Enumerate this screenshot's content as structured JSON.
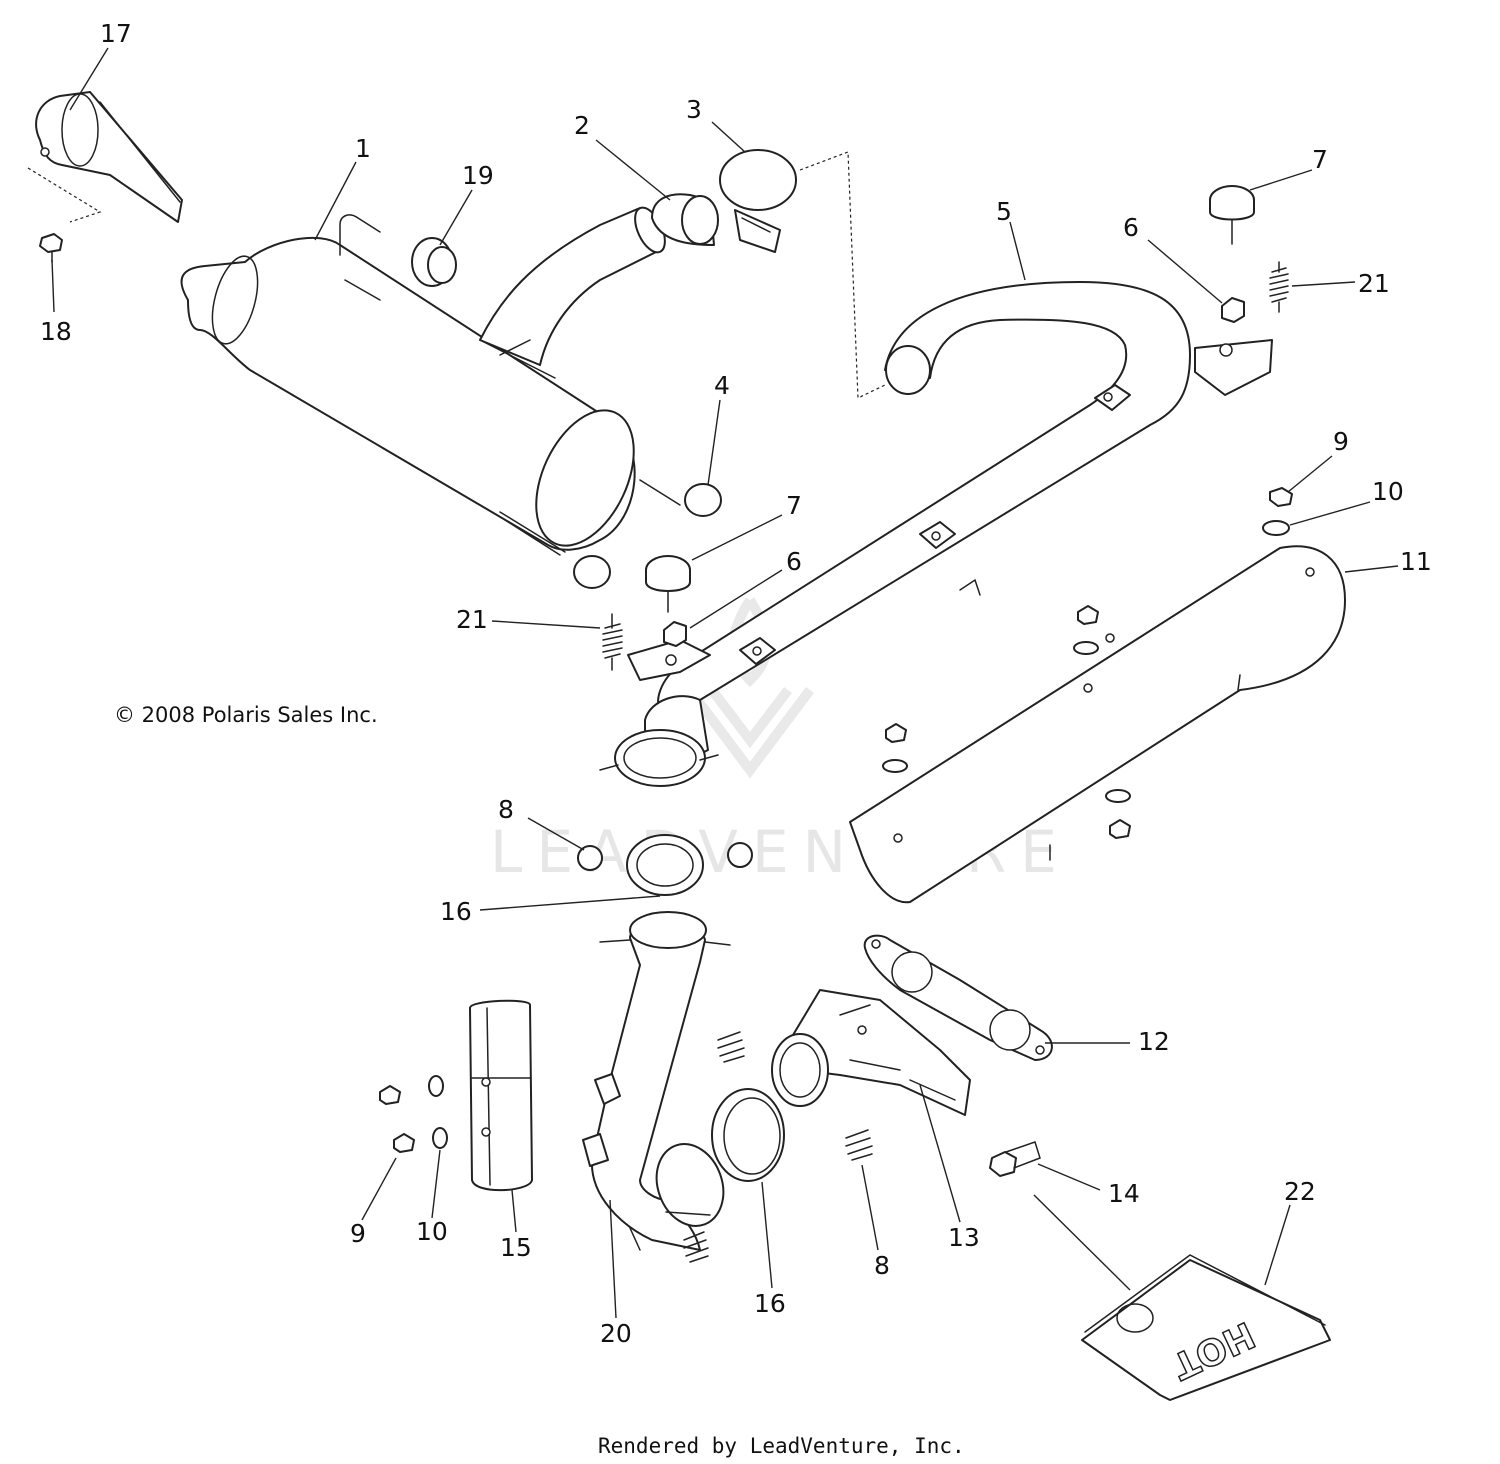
{
  "callouts": [
    {
      "id": "callout-17",
      "text": "17"
    },
    {
      "id": "callout-1",
      "text": "1"
    },
    {
      "id": "callout-19",
      "text": "19"
    },
    {
      "id": "callout-2",
      "text": "2"
    },
    {
      "id": "callout-3",
      "text": "3"
    },
    {
      "id": "callout-7-top",
      "text": "7"
    },
    {
      "id": "callout-5",
      "text": "5"
    },
    {
      "id": "callout-6-top",
      "text": "6"
    },
    {
      "id": "callout-21-top",
      "text": "21"
    },
    {
      "id": "callout-18",
      "text": "18"
    },
    {
      "id": "callout-4",
      "text": "4"
    },
    {
      "id": "callout-9-top",
      "text": "9"
    },
    {
      "id": "callout-10-top",
      "text": "10"
    },
    {
      "id": "callout-7-mid",
      "text": "7"
    },
    {
      "id": "callout-6-mid",
      "text": "6"
    },
    {
      "id": "callout-11",
      "text": "11"
    },
    {
      "id": "callout-21-mid",
      "text": "21"
    },
    {
      "id": "callout-8-left",
      "text": "8"
    },
    {
      "id": "callout-16-top",
      "text": "16"
    },
    {
      "id": "callout-12",
      "text": "12"
    },
    {
      "id": "callout-14",
      "text": "14"
    },
    {
      "id": "callout-22",
      "text": "22"
    },
    {
      "id": "callout-9-bottom",
      "text": "9"
    },
    {
      "id": "callout-10-bottom",
      "text": "10"
    },
    {
      "id": "callout-15",
      "text": "15"
    },
    {
      "id": "callout-13",
      "text": "13"
    },
    {
      "id": "callout-8-bottom",
      "text": "8"
    },
    {
      "id": "callout-16-bottom",
      "text": "16"
    },
    {
      "id": "callout-20",
      "text": "20"
    }
  ],
  "copyright": "© 2008 Polaris Sales Inc.",
  "footer": "Rendered by LeadVenture, Inc.",
  "watermark": "LEADVENTURE",
  "heat_shield_text": "HOT"
}
